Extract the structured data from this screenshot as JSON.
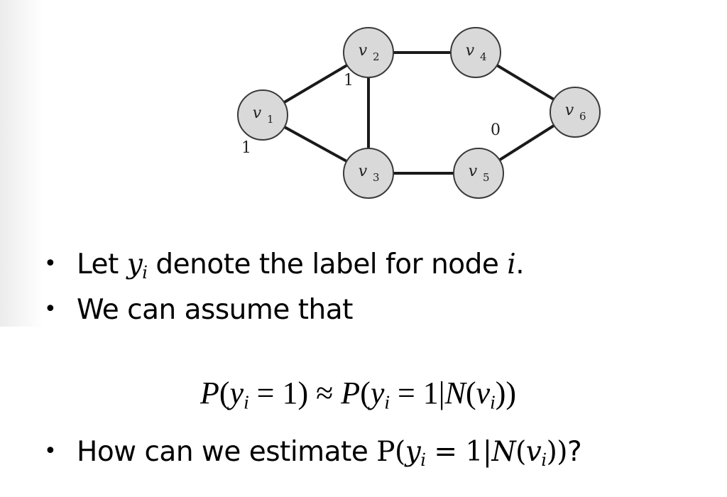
{
  "graph": {
    "nodes": [
      {
        "id": "v1",
        "base": "v",
        "sub": "1"
      },
      {
        "id": "v2",
        "base": "v",
        "sub": "2"
      },
      {
        "id": "v3",
        "base": "v",
        "sub": "3"
      },
      {
        "id": "v4",
        "base": "v",
        "sub": "4"
      },
      {
        "id": "v5",
        "base": "v",
        "sub": "5"
      },
      {
        "id": "v6",
        "base": "v",
        "sub": "6"
      }
    ],
    "edges": [
      [
        "v1",
        "v2"
      ],
      [
        "v1",
        "v3"
      ],
      [
        "v2",
        "v3"
      ],
      [
        "v2",
        "v4"
      ],
      [
        "v3",
        "v5"
      ],
      [
        "v4",
        "v6"
      ],
      [
        "v5",
        "v6"
      ]
    ],
    "labels": [
      {
        "node": "v1",
        "text": "1"
      },
      {
        "node": "v2",
        "text": "1"
      },
      {
        "node": "v5",
        "text": "0"
      }
    ]
  },
  "bullets": {
    "b1": {
      "pre": "Let ",
      "var": "y",
      "sub": "i",
      "mid": " denote the label for node ",
      "var2": "i",
      "post": "."
    },
    "b2": {
      "text": "We can assume that"
    },
    "formula": {
      "text": "P(yᵢ = 1) ≈ P(yᵢ = 1|N(vᵢ))",
      "lhs_fn": "P",
      "y": "y",
      "i": "i",
      "eq": " = ",
      "one": "1",
      "approx": " ≈ ",
      "bar": "|",
      "N": "N",
      "v": "v"
    },
    "b3": {
      "pre": "How can we estimate ",
      "P": "P",
      "y": "y",
      "i": "i",
      "eq": " = ",
      "one": "1",
      "bar": "|",
      "N": "N",
      "v": "v",
      "post": "?"
    }
  },
  "colors": {
    "node_fill": "#d9d9d9",
    "node_stroke": "#3a3a3a",
    "edge": "#1a1a1a"
  }
}
